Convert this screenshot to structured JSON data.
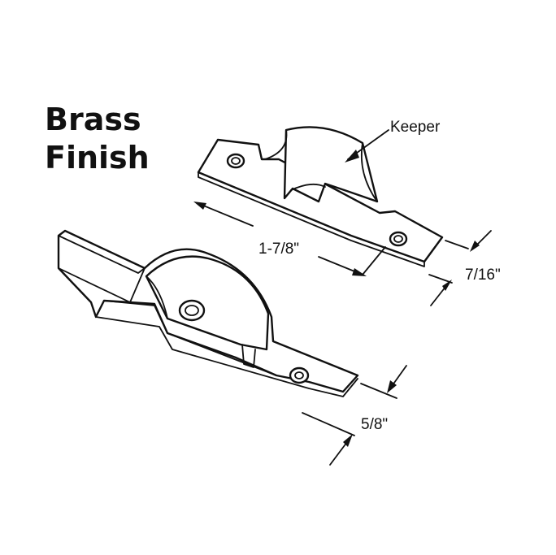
{
  "title": {
    "line1": "Brass",
    "line2": "Finish"
  },
  "labels": {
    "keeper": "Keeper",
    "length": "1-7/8\"",
    "keeper_width": "7/16\"",
    "lock_width": "5/8\""
  },
  "colors": {
    "ink": "#111111",
    "background": "#ffffff"
  }
}
